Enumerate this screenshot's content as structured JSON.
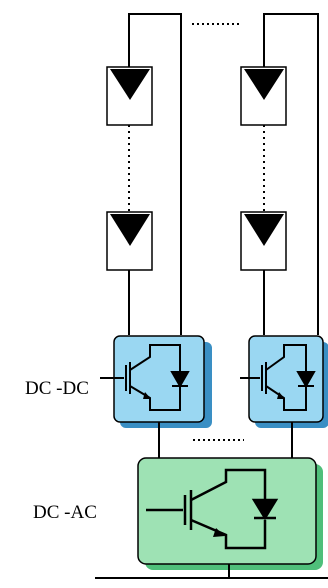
{
  "labels": {
    "dc_dc": "DC -DC",
    "dc_ac": "DC -AC"
  },
  "colors": {
    "line": "#000000",
    "dcdc_fill": "#9ad7f2",
    "dcdc_shadow": "#3a8fc4",
    "dcac_fill": "#9ee2b4",
    "dcac_shadow": "#4fbf7a"
  },
  "panel_strings": 2,
  "panels_per_string_shown": 2,
  "panel_icon": "solar-panel-icon",
  "converter_icon": "igbt-diode-icon"
}
